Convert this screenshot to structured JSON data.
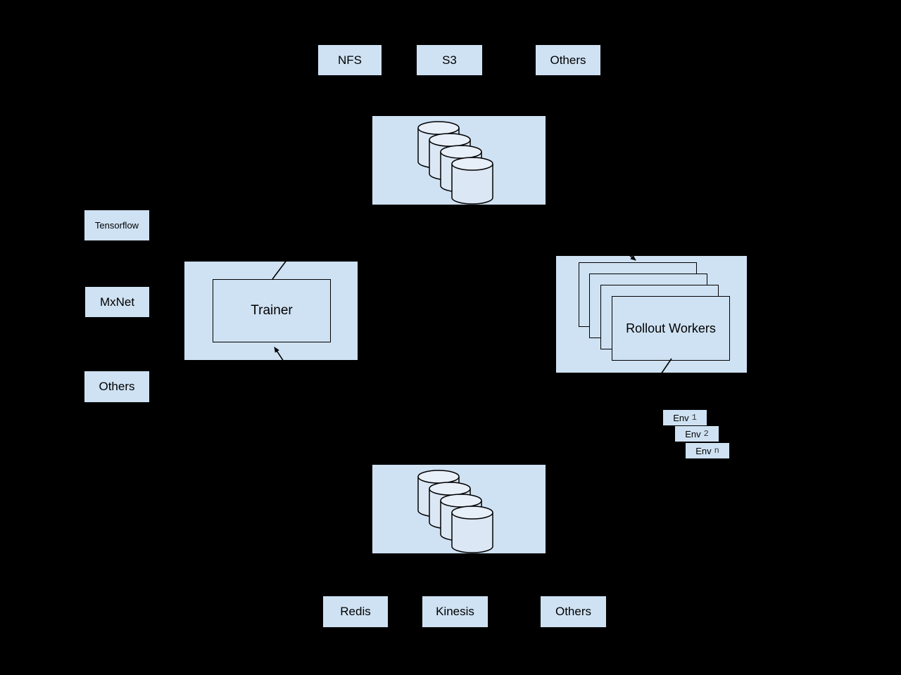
{
  "colors": {
    "background": "#000000",
    "node_fill": "#cfe2f3",
    "cylinder_body_fill": "#dbe7f4",
    "cylinder_top_fill": "#e7eff9",
    "stroke": "#000000",
    "text": "#000000"
  },
  "top_row": {
    "nfs": "NFS",
    "s3": "S3",
    "others": "Others"
  },
  "frameworks": {
    "tensorflow": "Tensorflow",
    "mxnet": "MxNet",
    "others": "Others"
  },
  "trainer": {
    "label": "Trainer"
  },
  "rollout": {
    "label": "Rollout Workers"
  },
  "env_stack": [
    {
      "name": "Env",
      "index": "1"
    },
    {
      "name": "Env",
      "index": "2"
    },
    {
      "name": "Env",
      "index": "n"
    }
  ],
  "bottom_row": {
    "redis": "Redis",
    "kinesis": "Kinesis",
    "others": "Others"
  },
  "icons": {
    "storage_top": "database-cylinders",
    "storage_bottom": "database-cylinders"
  }
}
